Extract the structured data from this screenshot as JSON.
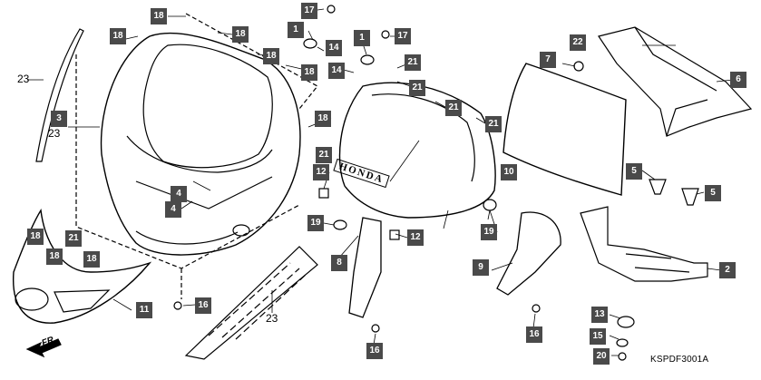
{
  "diagram": {
    "part_labels": [
      {
        "num": "18"
      },
      {
        "num": "18"
      },
      {
        "num": "18"
      },
      {
        "num": "18"
      },
      {
        "num": "18"
      },
      {
        "num": "18"
      },
      {
        "num": "18"
      },
      {
        "num": "18"
      },
      {
        "num": "18"
      },
      {
        "num": "17"
      },
      {
        "num": "17"
      },
      {
        "num": "1"
      },
      {
        "num": "1"
      },
      {
        "num": "14"
      },
      {
        "num": "14"
      },
      {
        "num": "21"
      },
      {
        "num": "21"
      },
      {
        "num": "21"
      },
      {
        "num": "21"
      },
      {
        "num": "21"
      },
      {
        "num": "21"
      },
      {
        "num": "7"
      },
      {
        "num": "22"
      },
      {
        "num": "6"
      },
      {
        "num": "3"
      },
      {
        "num": "4"
      },
      {
        "num": "4"
      },
      {
        "num": "12"
      },
      {
        "num": "12"
      },
      {
        "num": "19"
      },
      {
        "num": "19"
      },
      {
        "num": "10"
      },
      {
        "num": "8"
      },
      {
        "num": "9"
      },
      {
        "num": "5"
      },
      {
        "num": "5"
      },
      {
        "num": "2"
      },
      {
        "num": "11"
      },
      {
        "num": "16"
      },
      {
        "num": "16"
      },
      {
        "num": "16"
      },
      {
        "num": "13"
      },
      {
        "num": "15"
      },
      {
        "num": "20"
      }
    ],
    "plain_labels": [
      {
        "text": "23"
      },
      {
        "text": "23"
      },
      {
        "text": "23"
      }
    ],
    "brand_text": "HONDA",
    "direction_label": "FR.",
    "diagram_code": "KSPDF3001A"
  }
}
